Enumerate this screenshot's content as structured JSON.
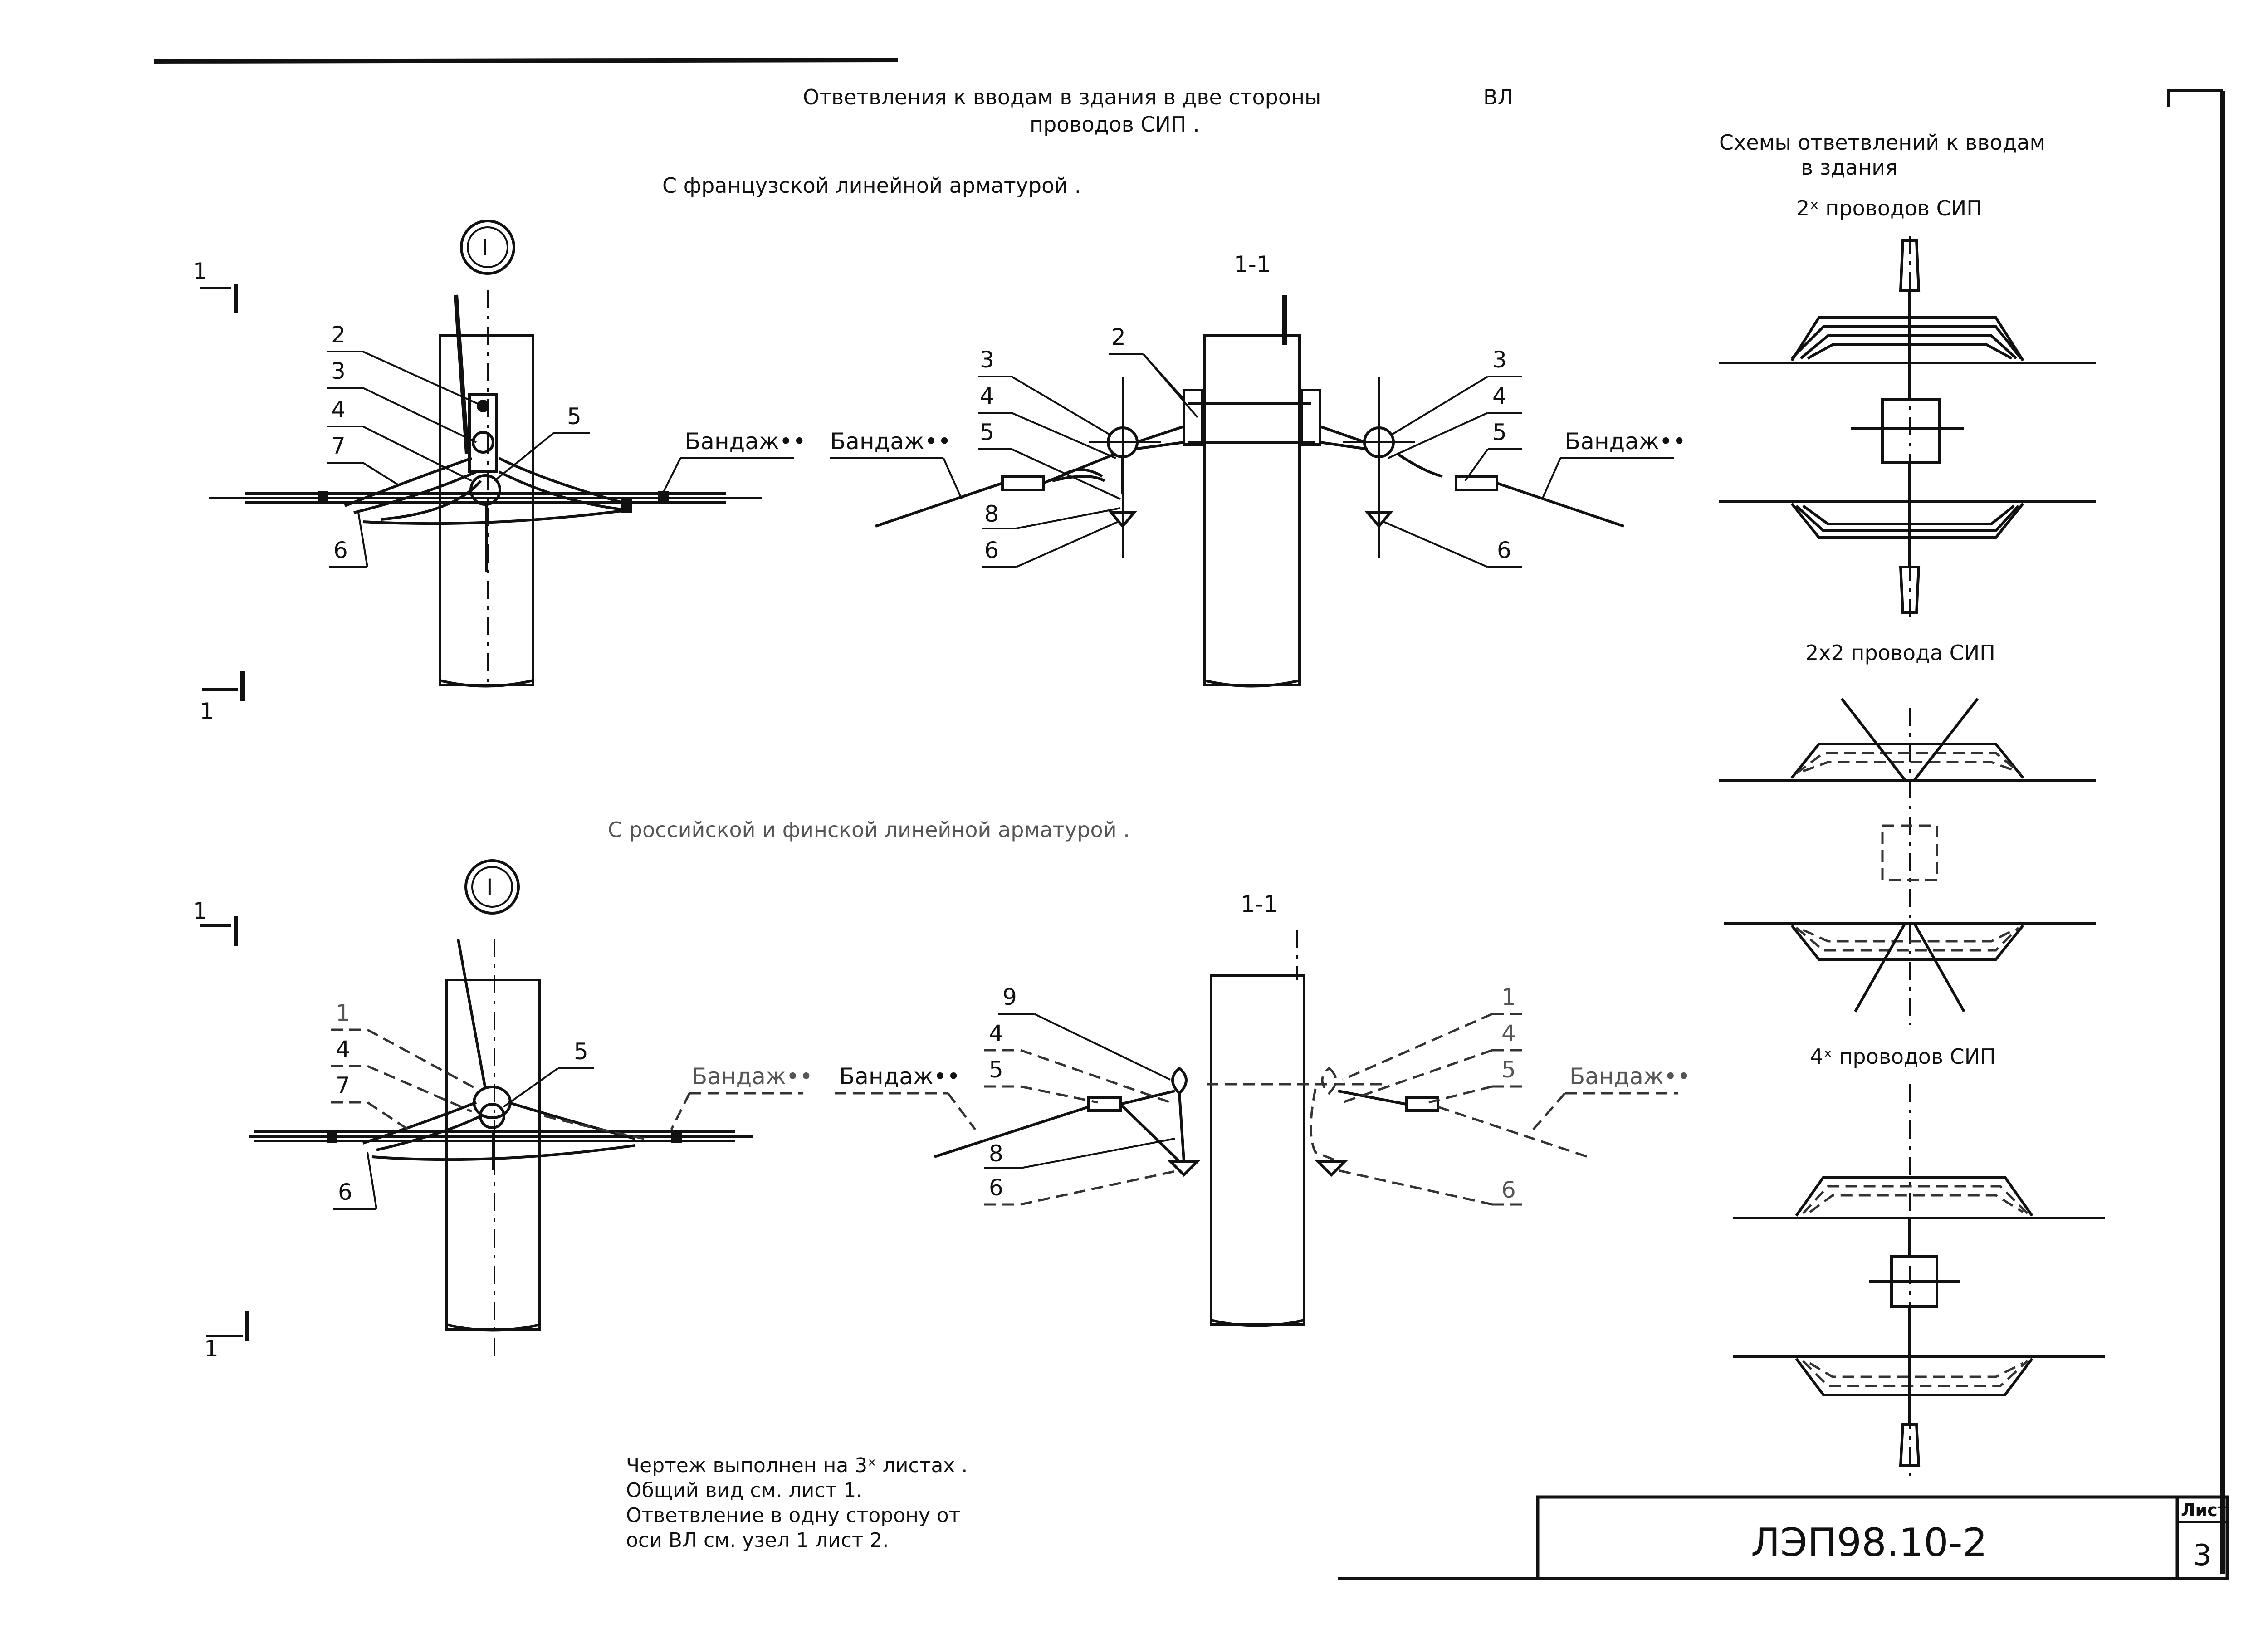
{
  "header": {
    "title_line1": "Ответвления к вводам в здания в две стороны",
    "title_vl": "ВЛ",
    "title_line2": "проводов СИП ."
  },
  "sections": {
    "french": "С французской линейной арматурой .",
    "russian_finnish": "С российской и финской линейной арматурой ."
  },
  "markers": {
    "node_top": "I",
    "node_bottom": "I",
    "cut_left": "1",
    "cut_right": "1",
    "section_top": "1-1",
    "section_bottom": "1-1"
  },
  "callouts": {
    "n1": "1",
    "n2": "2",
    "n3": "3",
    "n4": "4",
    "n5": "5",
    "n6": "6",
    "n7": "7",
    "n8": "8",
    "n9": "9",
    "bandage": "Бандаж••"
  },
  "schemes": {
    "heading_line1": "Схемы ответвлений к вводам",
    "heading_line2": "в здания",
    "scheme1": "2ˣ проводов СИП",
    "scheme2": "2х2 провода СИП",
    "scheme3": "4ˣ проводов СИП"
  },
  "notes": [
    "Чертеж выполнен на 3ˣ листах .",
    "Общий вид см. лист 1.",
    "Ответвление в одну сторону от",
    "оси ВЛ см. узел 1 лист 2."
  ],
  "stamp": {
    "code": "ЛЭП98.10-2",
    "sheet_label": "Лист",
    "sheet_number": "3"
  }
}
